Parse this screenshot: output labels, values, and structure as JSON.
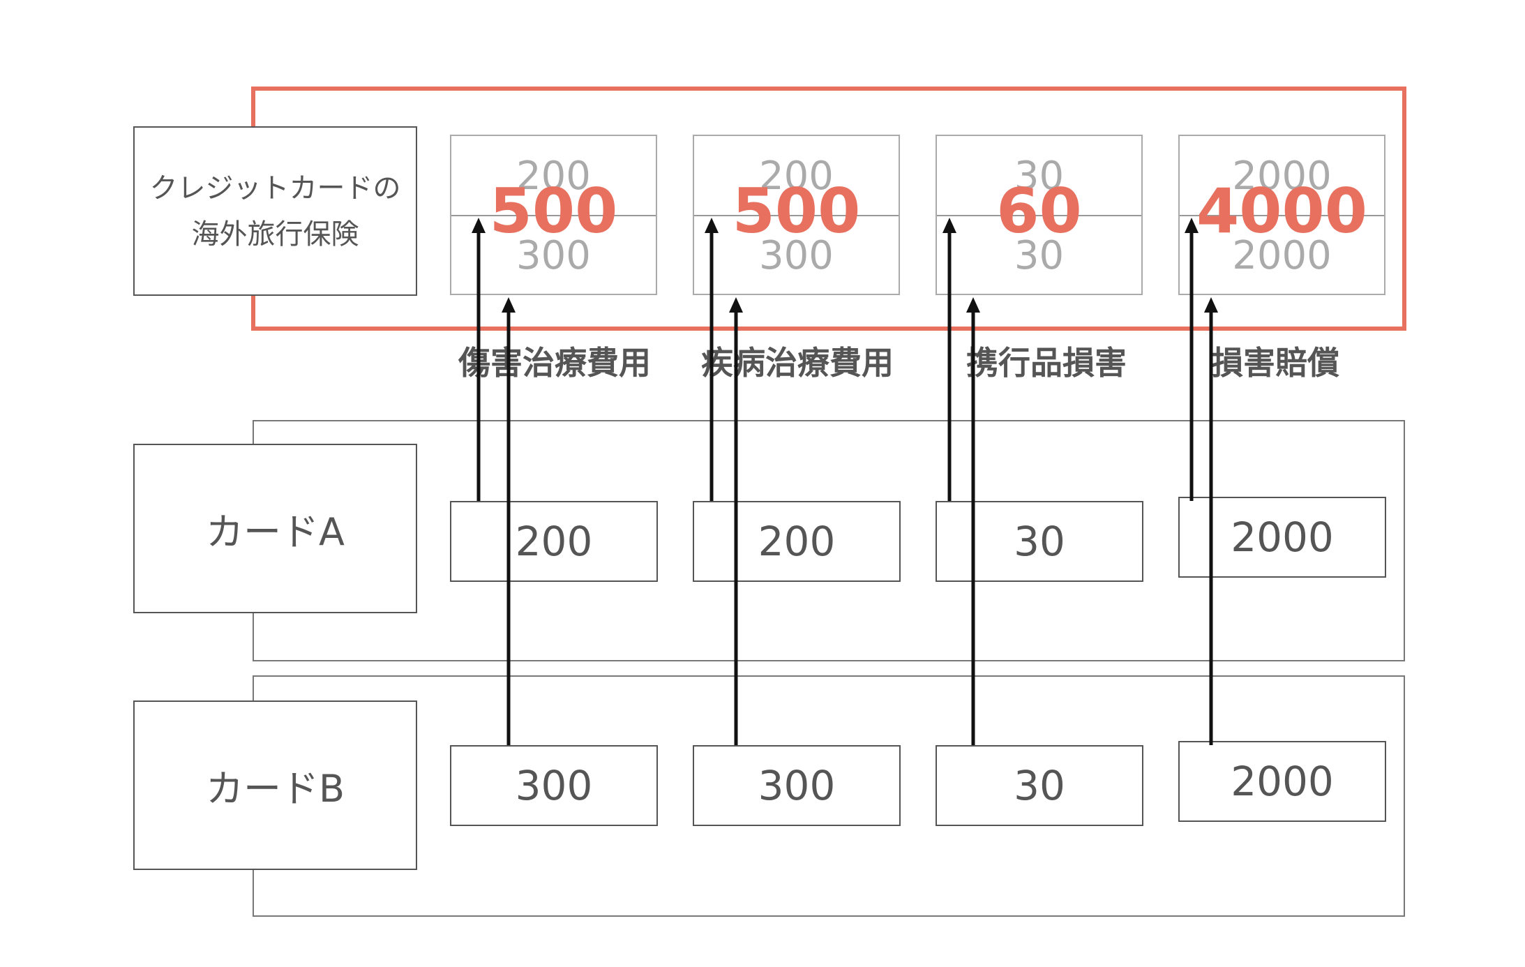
{
  "title_line1": "クレジットカードの",
  "title_line2": "海外旅行保険",
  "categories": [
    "傷害治療費用",
    "疾病治療費用",
    "携行品損害",
    "損害賠償"
  ],
  "totals": [
    {
      "a": "200",
      "total": "500",
      "b": "300"
    },
    {
      "a": "200",
      "total": "500",
      "b": "300"
    },
    {
      "a": "30",
      "total": "60",
      "b": "30"
    },
    {
      "a": "2000",
      "total": "4000",
      "b": "2000"
    }
  ],
  "card_a": {
    "label": "カードA",
    "values": [
      "200",
      "200",
      "30",
      "2000"
    ]
  },
  "card_b": {
    "label": "カードB",
    "values": [
      "300",
      "300",
      "30",
      "2000"
    ]
  },
  "colors": {
    "accent": "#e8705f",
    "stroke": "#555555"
  }
}
